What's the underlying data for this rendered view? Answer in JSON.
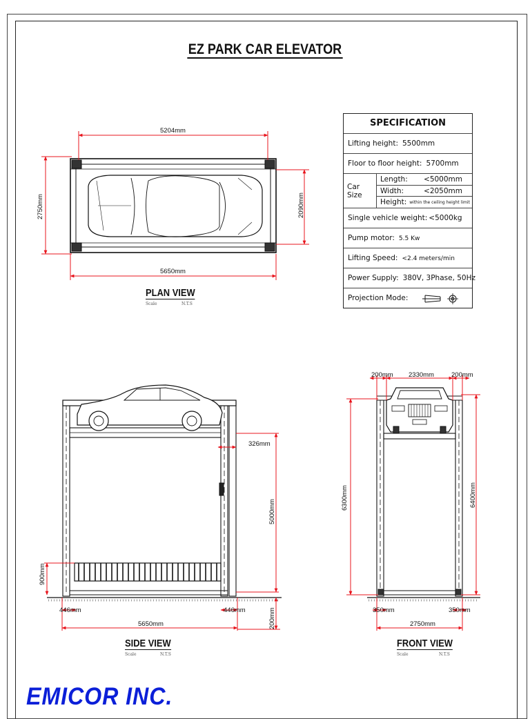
{
  "title": "EZ PARK  CAR ELEVATOR",
  "specification": {
    "heading": "SPECIFICATION",
    "lifting_height_label": "Lifting height:",
    "lifting_height_value": "5500mm",
    "floor_height_label": "Floor to floor height:",
    "floor_height_value": "5700mm",
    "car_size_label": "Car Size",
    "length_label": "Length:",
    "length_value": "<5000mm",
    "width_label": "Width:",
    "width_value": "<2050mm",
    "height_label": "Height:",
    "height_value": "within the ceiling height limit",
    "weight_label": "Single vehicle weight:",
    "weight_value": "<5000kg",
    "pump_label": "Pump motor:",
    "pump_value": "5.5 Kw",
    "speed_label": "Lifting Speed:",
    "speed_value": "<2.4 meters/min",
    "power_label": "Power Supply:",
    "power_value": "380V, 3Phase, 50Hz",
    "projection_label": "Projection Mode:"
  },
  "plan_view": {
    "label": "PLAN VIEW",
    "scale_left": "Scale",
    "scale_right": "N.T.S",
    "dim_top": "5204mm",
    "dim_bottom": "5650mm",
    "dim_left": "2750mm",
    "dim_right": "2090mm"
  },
  "side_view": {
    "label": "SIDE VIEW",
    "scale_left": "Scale",
    "scale_right": "N.T.S",
    "dim_326": "326mm",
    "dim_height": "5000mm",
    "dim_rail": "900mm",
    "dim_left_post": "446mm",
    "dim_right_post": "446mm",
    "dim_width": "5650mm",
    "dim_pit": "200mm"
  },
  "front_view": {
    "label": "FRONT VIEW",
    "scale_left": "Scale",
    "scale_right": "N.T.S",
    "dim_top_left": "200mm",
    "dim_top_mid": "2330mm",
    "dim_top_right": "200mm",
    "dim_left_h": "6300mm",
    "dim_right_h": "6400mm",
    "dim_bot_left": "350mm",
    "dim_bot_right": "350mm",
    "dim_width": "2750mm"
  },
  "logo": "EMICOR INC.",
  "colors": {
    "dimension": "#e8141c",
    "line": "#111111",
    "logo": "#0b1fd8"
  }
}
